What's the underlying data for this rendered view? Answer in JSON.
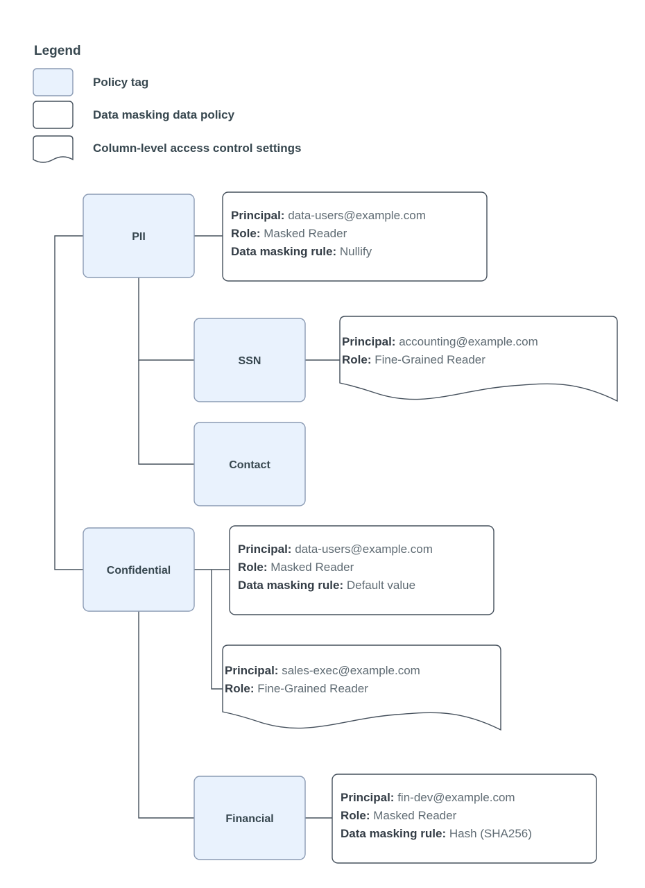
{
  "legend": {
    "title": "Legend",
    "items": [
      {
        "shape": "policy-tag-swatch",
        "label": "Policy tag"
      },
      {
        "shape": "data-masking-policy-swatch",
        "label": "Data masking data policy"
      },
      {
        "shape": "column-level-access-swatch",
        "label": "Column-level access control settings"
      }
    ]
  },
  "labels": {
    "principal": "Principal:",
    "role": "Role:",
    "masking_rule": "Data masking rule:"
  },
  "nodes": [
    {
      "id": "pii",
      "label": "PII"
    },
    {
      "id": "ssn",
      "label": "SSN"
    },
    {
      "id": "contact",
      "label": "Contact"
    },
    {
      "id": "confidential",
      "label": "Confidential"
    },
    {
      "id": "financial",
      "label": "Financial"
    }
  ],
  "details": [
    {
      "id": "pii-policy",
      "type": "data-masking-data-policy",
      "principal": "data-users@example.com",
      "role": "Masked Reader",
      "masking_rule": "Nullify"
    },
    {
      "id": "ssn-access",
      "type": "column-level-access-control",
      "principal": "accounting@example.com",
      "role": "Fine-Grained Reader",
      "masking_rule": ""
    },
    {
      "id": "confidential-policy",
      "type": "data-masking-data-policy",
      "principal": "data-users@example.com",
      "role": "Masked Reader",
      "masking_rule": "Default value"
    },
    {
      "id": "confidential-access",
      "type": "column-level-access-control",
      "principal": "sales-exec@example.com",
      "role": "Fine-Grained Reader",
      "masking_rule": ""
    },
    {
      "id": "financial-policy",
      "type": "data-masking-data-policy",
      "principal": "fin-dev@example.com",
      "role": "Masked Reader",
      "masking_rule": "Hash (SHA256)"
    }
  ],
  "colors": {
    "tag_fill": "#e9f2fd",
    "tag_stroke": "#8b9bb4",
    "box_stroke": "#45505c",
    "text_bold": "#343d46",
    "text_value": "#5f6b73",
    "heading": "#37474f"
  }
}
